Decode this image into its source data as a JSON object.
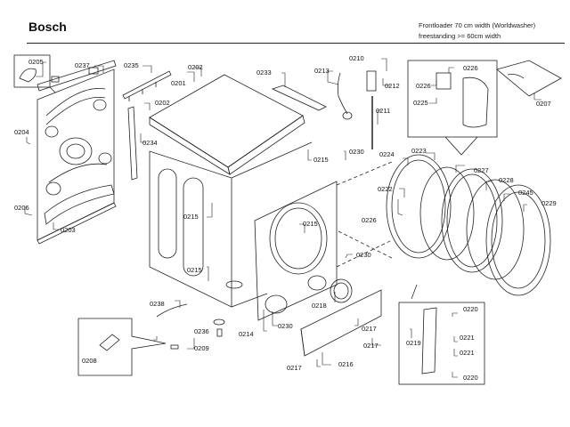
{
  "header": {
    "brand": "Bosch",
    "subtitle_line1": "Frontloader 70 cm width (Worldwasher)",
    "subtitle_line2": "freestanding >= 60cm width"
  },
  "parts": {
    "p0201": "0201",
    "p0202a": "0202",
    "p0202b": "0202",
    "p0203": "0203",
    "p0204": "0204",
    "p0205": "0205",
    "p0206": "0206",
    "p0207": "0207",
    "p0208": "0208",
    "p0209": "0209",
    "p0210": "0210",
    "p0211": "0211",
    "p0212": "0212",
    "p0213": "0213",
    "p0214": "0214",
    "p0215a": "0215",
    "p0215b": "0215",
    "p0215c": "0215",
    "p0215d": "0215",
    "p0216": "0216",
    "p0217a": "0217",
    "p0217b": "0217",
    "p0217c": "0217",
    "p0218": "0218",
    "p0219": "0219",
    "p0220a": "0220",
    "p0220b": "0220",
    "p0221a": "0221",
    "p0221b": "0221",
    "p0222": "0222",
    "p0223": "0223",
    "p0224": "0224",
    "p0225": "0225",
    "p0226a": "0226",
    "p0226b": "0226",
    "p0226c": "0226",
    "p0227": "0227",
    "p0228": "0228",
    "p0229": "0229",
    "p0230a": "0230",
    "p0230b": "0230",
    "p0230c": "0230",
    "p0233": "0233",
    "p0234": "0234",
    "p0235": "0235",
    "p0236": "0236",
    "p0237": "0237",
    "p0238": "0238",
    "p0245": "0245"
  }
}
